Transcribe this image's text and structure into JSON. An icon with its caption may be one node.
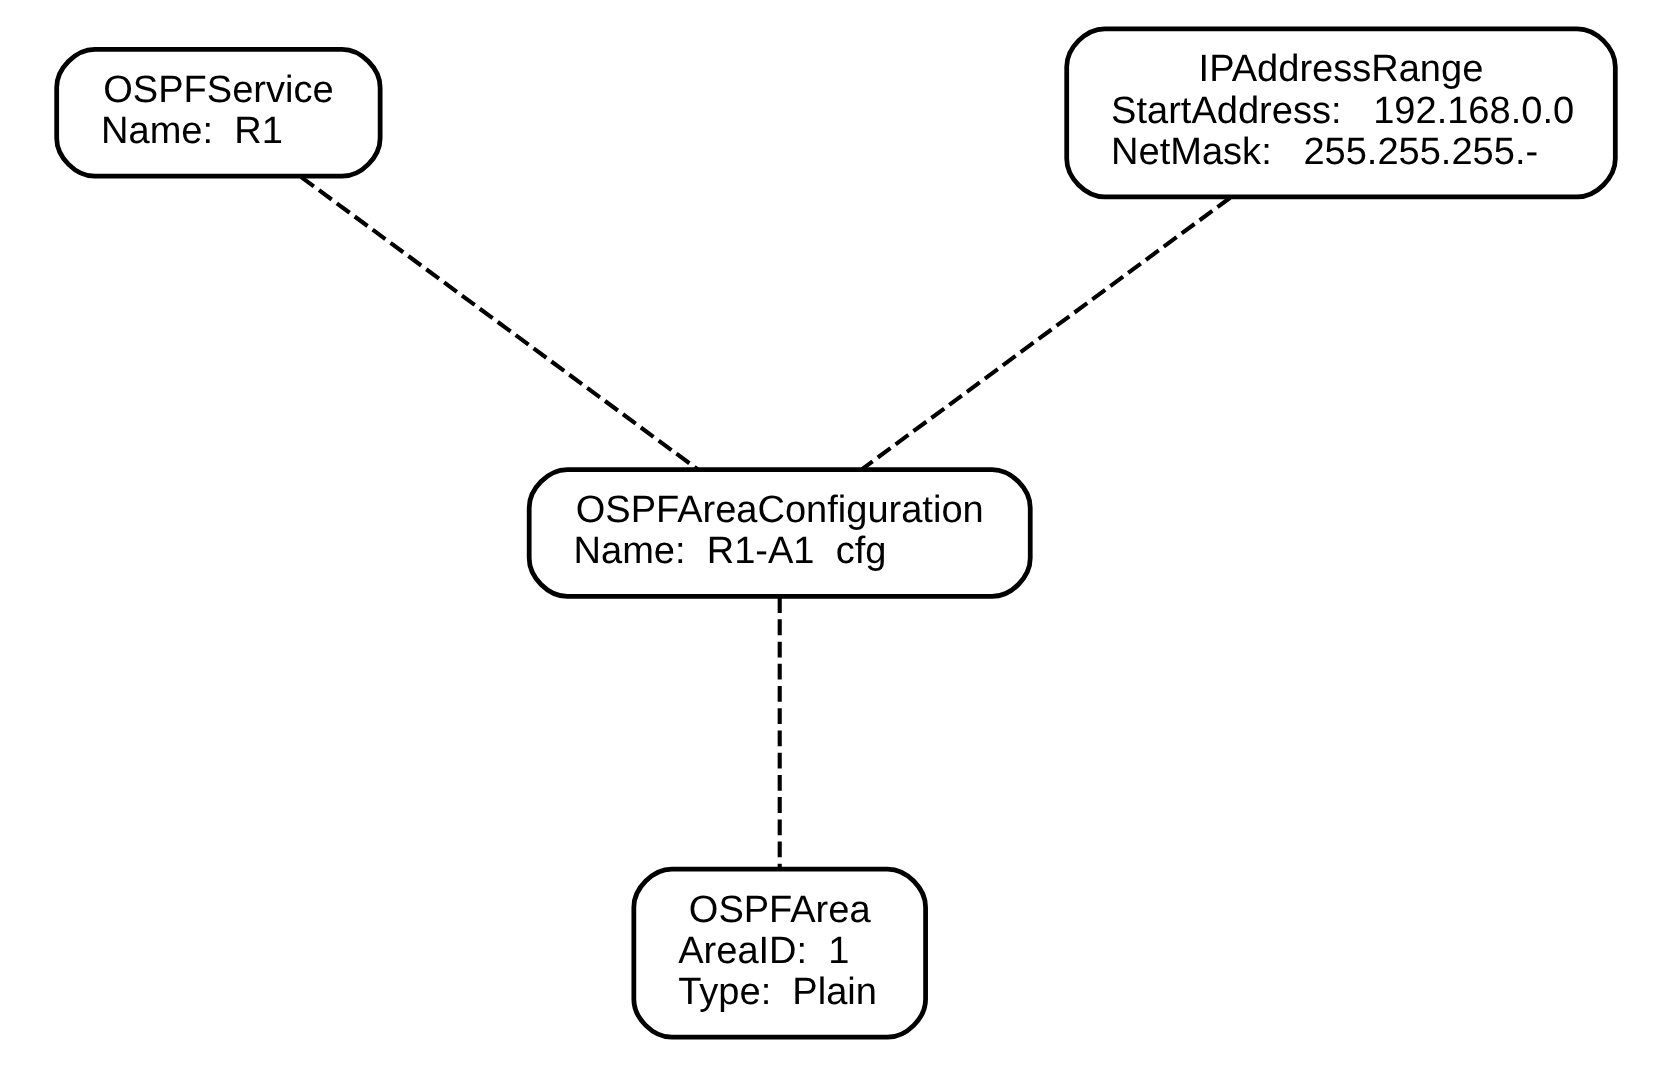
{
  "diagram": {
    "nodes": [
      {
        "text": [
          "OSPFService",
          "Name:  R1"
        ]
      },
      {
        "text": [
          "IPAddressRange",
          "StartAddress:   192.168.0.0",
          "NetMask:   255.255.255.-"
        ]
      },
      {
        "text": [
          "OSPFAreaConfiguration",
          "Name:  R1-A1  cfg"
        ]
      },
      {
        "text": [
          "OSPFArea",
          "AreaID:  1",
          "Type:  Plain"
        ]
      }
    ],
    "edges": [
      {
        "from": 0,
        "to": 2,
        "arrow": "none",
        "style": "dashed"
      },
      {
        "from": 1,
        "to": 2,
        "arrow": "none",
        "style": "dashed"
      },
      {
        "from": 2,
        "to": 3,
        "arrow": "none",
        "style": "dashed"
      }
    ]
  }
}
